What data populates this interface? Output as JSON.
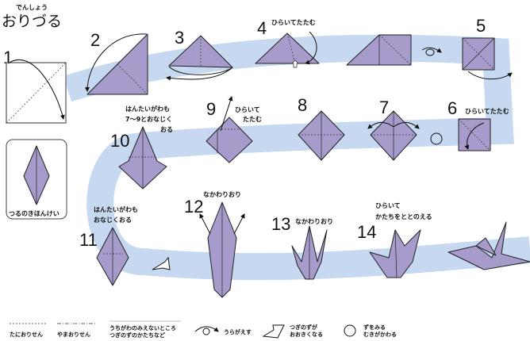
{
  "title": {
    "ruby": "でんしょう",
    "main": "おりづる"
  },
  "colors": {
    "paper": "#a79bcb",
    "band": "#c6d9f0",
    "line": "#222222"
  },
  "base_box": {
    "label": "つるのきほんけい"
  },
  "steps": [
    {
      "num": "1",
      "caption": ""
    },
    {
      "num": "2",
      "caption": ""
    },
    {
      "num": "3",
      "caption": ""
    },
    {
      "num": "4",
      "caption": "ひらいてたたむ"
    },
    {
      "num": "5",
      "caption": ""
    },
    {
      "num": "6",
      "caption": "ひらいてたたむ"
    },
    {
      "num": "7",
      "caption": ""
    },
    {
      "num": "8",
      "caption": ""
    },
    {
      "num": "9",
      "caption_lines": [
        "ひらいて",
        "たたむ"
      ]
    },
    {
      "num": "10",
      "caption_lines": [
        "はんたいがわも",
        "7〜9とおなじく",
        "おる"
      ]
    },
    {
      "num": "11",
      "caption_lines": [
        "はんたいがわも",
        "おなじくおる"
      ]
    },
    {
      "num": "12",
      "caption": "なかわりおり"
    },
    {
      "num": "13",
      "caption": "なかわりおり"
    },
    {
      "num": "14",
      "caption_lines": [
        "ひらいて",
        "かたちをととのえる"
      ]
    }
  ],
  "legend": [
    {
      "icon": "valley-fold-line-icon",
      "lines": [
        "たにおりせん"
      ]
    },
    {
      "icon": "mountain-fold-line-icon",
      "lines": [
        "やまおりせん"
      ]
    },
    {
      "icon": "hidden-line-icon",
      "lines": [
        "うちがわのみえないところ",
        "つぎのずのかたちなど"
      ]
    },
    {
      "icon": "turn-over-icon",
      "lines": [
        "うらがえす"
      ]
    },
    {
      "icon": "enlarge-icon",
      "lines": [
        "つぎのずが",
        "おおきくなる"
      ]
    },
    {
      "icon": "rotate-icon",
      "lines": [
        "ずをみる",
        "むきがかわる"
      ]
    }
  ]
}
